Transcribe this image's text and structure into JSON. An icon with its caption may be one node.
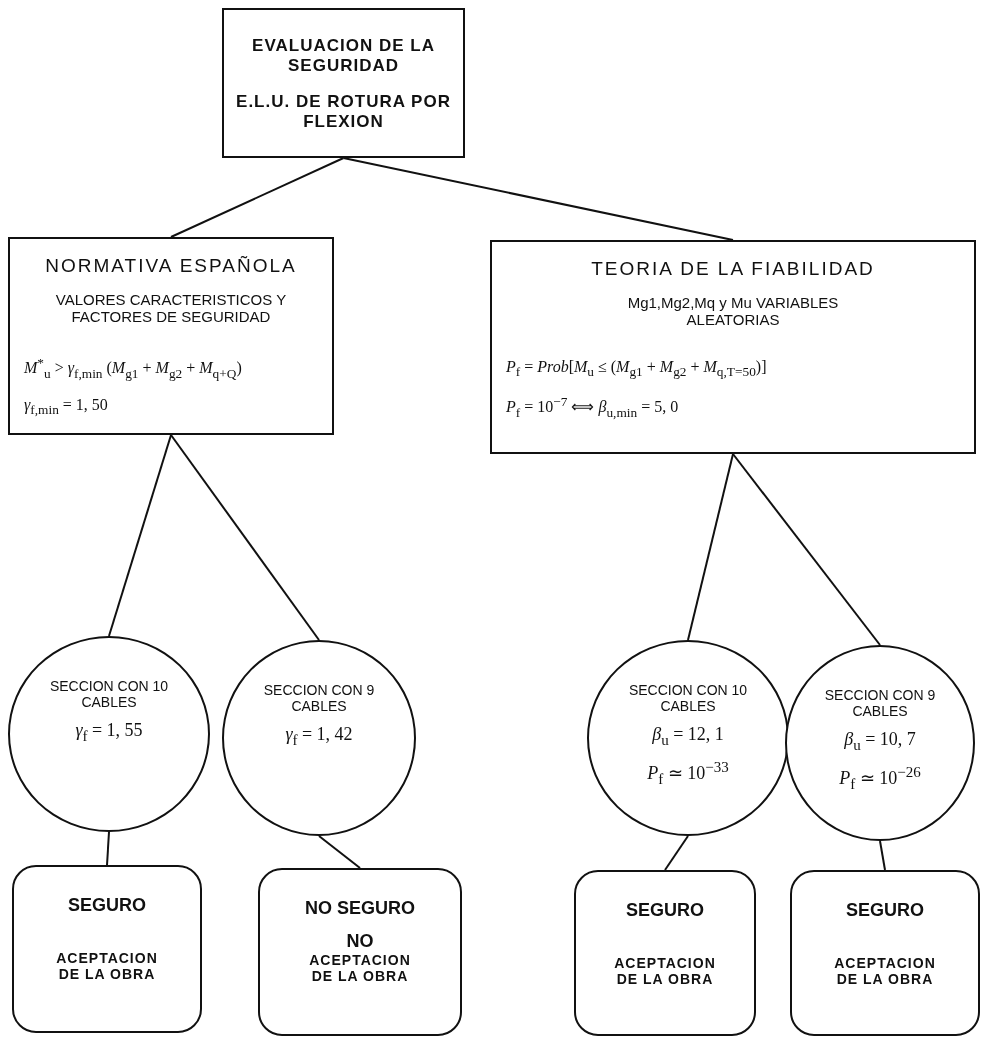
{
  "diagram": {
    "nodes": [
      {
        "text": [
          "EVALUACION DE LA SEGURIDAD",
          "E.L.U. DE ROTURA POR FLEXION"
        ]
      },
      {
        "text": [
          "NORMATIVA ESPAÑOLA",
          "VALORES CARACTERISTICOS Y FACTORES DE SEGURIDAD",
          "*M*$^{*}$$_{u}$ > *γ*$_{f,min}$ (*M*$_{g1}$ + *M*$_{g2}$ + *M*$_{q+Q}$)",
          "*γ*$_{f,min}$ = 1, 50"
        ]
      },
      {
        "text": [
          "TEORIA DE LA FIABILIDAD",
          "Mg1,Mg2,Mq y Mu VARIABLES ALEATORIAS",
          "*P*$_{f}$ = *Prob*[*M*$_{u}$ ≤ (*M*$_{g1}$ + *M*$_{g2}$ + *M*$_{q,T=50}$)]",
          "*P*$_{f}$ = 10$^{−7}$ ⟺ *β*$_{u,min}$ = 5, 0"
        ]
      },
      {
        "text": [
          "SECCION CON 10 CABLES",
          "*γ*$_{f}$ = 1, 55"
        ]
      },
      {
        "text": [
          "SECCION CON 9 CABLES",
          "*γ*$_{f}$ = 1, 42"
        ]
      },
      {
        "text": [
          "SECCION CON 10 CABLES",
          "*β*$_{u}$ = 12, 1",
          "*P*$_{f}$ ≃ 10$^{−33}$"
        ]
      },
      {
        "text": [
          "SECCION CON 9 CABLES",
          "*β*$_{u}$ = 10, 7",
          "*P*$_{f}$ ≃ 10$^{−26}$"
        ]
      },
      {
        "text": [
          "SEGURO",
          "ACEPTACION DE LA OBRA"
        ]
      },
      {
        "text": [
          "NO SEGURO",
          "NO",
          "ACEPTACION DE LA OBRA"
        ]
      },
      {
        "text": [
          "SEGURO",
          "ACEPTACION DE LA OBRA"
        ]
      },
      {
        "text": [
          "SEGURO",
          "ACEPTACION DE LA OBRA"
        ]
      }
    ],
    "edges": [
      {
        "from": 0,
        "to": 1,
        "arrow": "none"
      },
      {
        "from": 0,
        "to": 2,
        "arrow": "none"
      },
      {
        "from": 1,
        "to": 3,
        "arrow": "none"
      },
      {
        "from": 1,
        "to": 4,
        "arrow": "none"
      },
      {
        "from": 2,
        "to": 5,
        "arrow": "none"
      },
      {
        "from": 2,
        "to": 6,
        "arrow": "none"
      },
      {
        "from": 3,
        "to": 7,
        "arrow": "none"
      },
      {
        "from": 4,
        "to": 8,
        "arrow": "none"
      },
      {
        "from": 5,
        "to": 9,
        "arrow": "none"
      },
      {
        "from": 6,
        "to": 10,
        "arrow": "none"
      }
    ]
  }
}
